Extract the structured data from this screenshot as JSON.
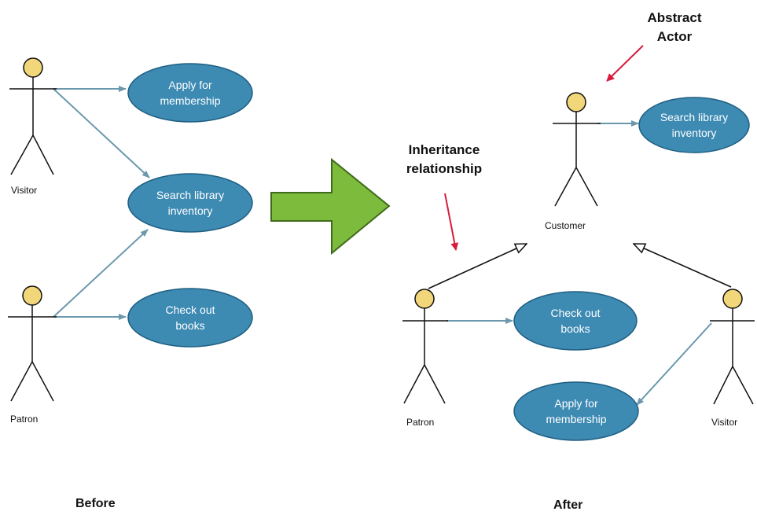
{
  "before": {
    "caption": "Before",
    "actors": {
      "visitor": "Visitor",
      "patron": "Patron"
    },
    "use_cases": {
      "apply": [
        "Apply for",
        "membership"
      ],
      "search": [
        "Search library",
        "inventory"
      ],
      "checkout": [
        "Check out",
        "books"
      ]
    }
  },
  "after": {
    "caption": "After",
    "actors": {
      "customer": "Customer",
      "patron": "Patron",
      "visitor": "Visitor"
    },
    "use_cases": {
      "search": [
        "Search library",
        "inventory"
      ],
      "checkout": [
        "Check out",
        "books"
      ],
      "apply": [
        "Apply for",
        "membership"
      ]
    },
    "notes": {
      "abstract_actor": [
        "Abstract",
        "Actor"
      ],
      "inheritance": [
        "Inheritance",
        "relationship"
      ]
    }
  },
  "colors": {
    "use_case_fill": "#3d8ab3",
    "use_case_stroke": "#1f5f82",
    "association": "#6b98ad",
    "generalization": "#111111",
    "actor_head": "#f2d77a",
    "transform_arrow": "#7dbb3c",
    "callout_arrow": "#d81b3c"
  }
}
